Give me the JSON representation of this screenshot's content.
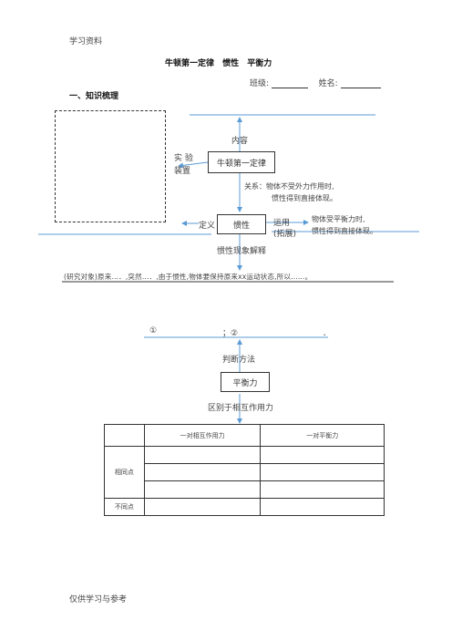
{
  "header": {
    "top_text": "学习资料",
    "bottom_text": "仅供学习与参考"
  },
  "title": "牛顿第一定律 惯性 平衡力",
  "fields": {
    "class_label": "班级:",
    "name_label": "姓名:"
  },
  "section1": {
    "heading": "一、知识梳理"
  },
  "diagram1": {
    "content_label": "内容",
    "experiment_label_1": "实 验",
    "experiment_label_2": "装置",
    "law_box": "牛顿第一定律",
    "relation_line1": "关系：物体不受外力作用时,",
    "relation_line2": "惯性得到直接体现。",
    "inertia_box": "惯性",
    "definition_label": "定义",
    "apply_label_1": "运用",
    "apply_label_2": "(拓展)",
    "apply_text_1": "物体受平衡力时,",
    "apply_text_2": "惯性得到直接体现。",
    "phenomenon_label": "惯性现象解释",
    "explain_sentence": "(研究对象)原来…．,突然…．,由于惯性,物体要保持原来xx运动状态,所以……。"
  },
  "diagram2": {
    "method_1": "①",
    "method_sep": "；②",
    "method_end": "．",
    "judge_label": "判断方法",
    "balance_box": "平衡力",
    "distinguish_label": "区别于相互作用力"
  },
  "table": {
    "col_headers": [
      "",
      "一对相互作用力",
      "一对平衡力"
    ],
    "row_same": "相同点",
    "row_diff": "不同点"
  }
}
